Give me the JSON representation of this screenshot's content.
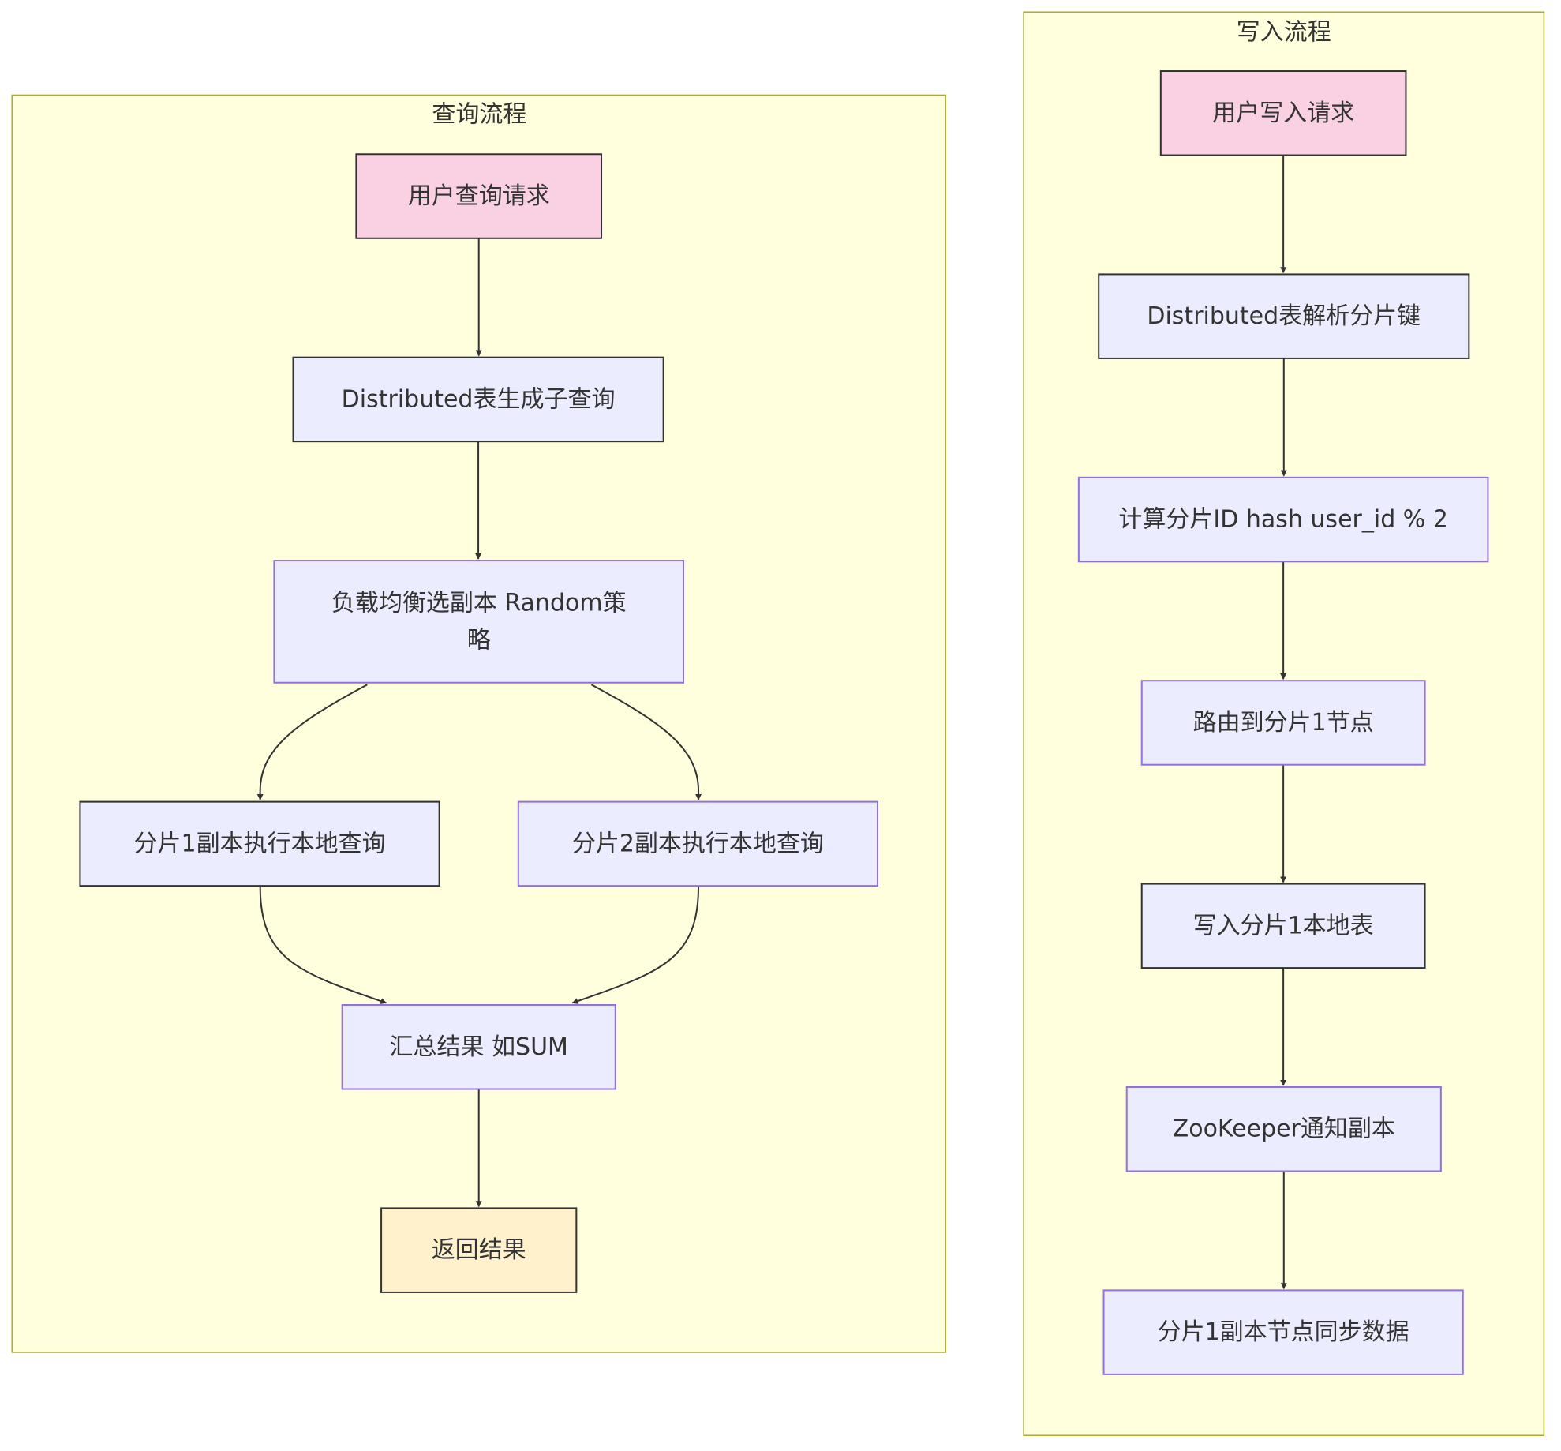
{
  "colors": {
    "cluster_fill": "#ffffde",
    "cluster_stroke": "#aaaa33",
    "node_fill": "#ececff",
    "node_stroke": "#9370db",
    "dark_stroke": "#333333",
    "start_fill": "#f9d1e3",
    "end_fill": "#fff1cc",
    "edge": "#333333",
    "text": "#333333"
  },
  "clusters": {
    "query": {
      "title": "查询流程"
    },
    "write": {
      "title": "写入流程"
    }
  },
  "nodes": {
    "q_start": {
      "lines": [
        "用户查询请求"
      ]
    },
    "q_distributed": {
      "lines": [
        "Distributed表生成子查询"
      ]
    },
    "q_balance": {
      "lines": [
        "负载均衡选副本 Random策",
        "略"
      ]
    },
    "q_shard1": {
      "lines": [
        "分片1副本执行本地查询"
      ]
    },
    "q_shard2": {
      "lines": [
        "分片2副本执行本地查询"
      ]
    },
    "q_aggregate": {
      "lines": [
        "汇总结果 如SUM"
      ]
    },
    "q_return": {
      "lines": [
        "返回结果"
      ]
    },
    "w_start": {
      "lines": [
        "用户写入请求"
      ]
    },
    "w_parse": {
      "lines": [
        "Distributed表解析分片键"
      ]
    },
    "w_compute": {
      "lines": [
        "计算分片ID hash user_id % 2"
      ]
    },
    "w_route": {
      "lines": [
        "路由到分片1节点"
      ]
    },
    "w_write": {
      "lines": [
        "写入分片1本地表"
      ]
    },
    "w_notify": {
      "lines": [
        "ZooKeeper通知副本"
      ]
    },
    "w_sync": {
      "lines": [
        "分片1副本节点同步数据"
      ]
    }
  },
  "edges": [
    {
      "from": "q_start",
      "to": "q_distributed"
    },
    {
      "from": "q_distributed",
      "to": "q_balance"
    },
    {
      "from": "q_balance",
      "to": "q_shard1"
    },
    {
      "from": "q_balance",
      "to": "q_shard2"
    },
    {
      "from": "q_shard1",
      "to": "q_aggregate"
    },
    {
      "from": "q_shard2",
      "to": "q_aggregate"
    },
    {
      "from": "q_aggregate",
      "to": "q_return"
    },
    {
      "from": "w_start",
      "to": "w_parse"
    },
    {
      "from": "w_parse",
      "to": "w_compute"
    },
    {
      "from": "w_compute",
      "to": "w_route"
    },
    {
      "from": "w_route",
      "to": "w_write"
    },
    {
      "from": "w_write",
      "to": "w_notify"
    },
    {
      "from": "w_notify",
      "to": "w_sync"
    }
  ]
}
